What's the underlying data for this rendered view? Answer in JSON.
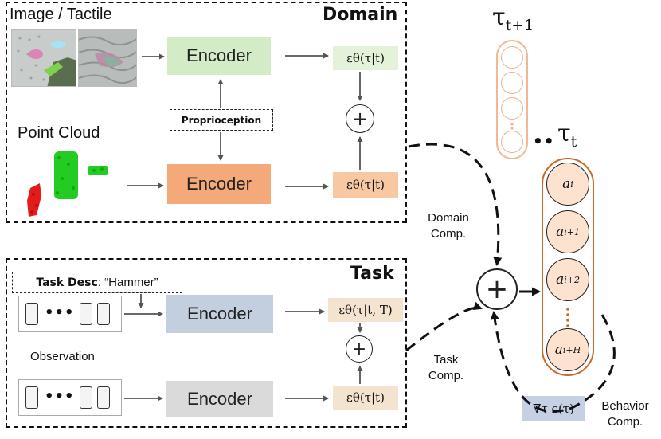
{
  "colors": {
    "encoder_green": "#d3ebc6",
    "encoder_orange": "#f3a97a",
    "encoder_blue": "#c3cedf",
    "encoder_gray": "#dadada",
    "formula_green": "#e4f2da",
    "formula_orange": "#f7c8a2",
    "formula_beige": "#f4e3cf",
    "token_fill": "#fde3cf",
    "token_outline": "#c96a2b",
    "grad_fill": "#c6d0e4"
  },
  "domain_panel": {
    "title": "Domain",
    "image_label": "Image / Tactile",
    "point_cloud_label": "Point Cloud",
    "encoder_top": "Encoder",
    "encoder_bottom": "Encoder",
    "proprioception": "Proprioception",
    "formula_top": "εθ(τ|t)",
    "formula_bottom": "εθ(τ|t)",
    "plus": "+"
  },
  "task_panel": {
    "title": "Task",
    "task_desc_key": "Task Desc",
    "task_desc_value": ": “Hammer”",
    "observation_label": "Observation",
    "encoder_top": "Encoder",
    "encoder_bottom": "Encoder",
    "formula_top": "εθ(τ|t, T)",
    "formula_bottom": "εθ(τ|t)",
    "plus": "+",
    "obs_dots": "•••"
  },
  "composition": {
    "domain_comp": [
      "Domain",
      "Comp."
    ],
    "task_comp": [
      "Task",
      "Comp."
    ],
    "behavior_comp": [
      "Behavior",
      "Comp."
    ],
    "plus": "+",
    "gradient": "∇τ c(τ)"
  },
  "trajectory": {
    "tau_next": "τ",
    "tau_next_sub": "t+1",
    "tau_curr": "τ",
    "tau_curr_sub": "t",
    "between_dots": "••",
    "tokens": [
      {
        "base": "a",
        "sub": "i"
      },
      {
        "base": "a",
        "sub": "i+1"
      },
      {
        "base": "a",
        "sub": "i+2"
      },
      {
        "base": "a",
        "sub": "i+H"
      }
    ]
  }
}
